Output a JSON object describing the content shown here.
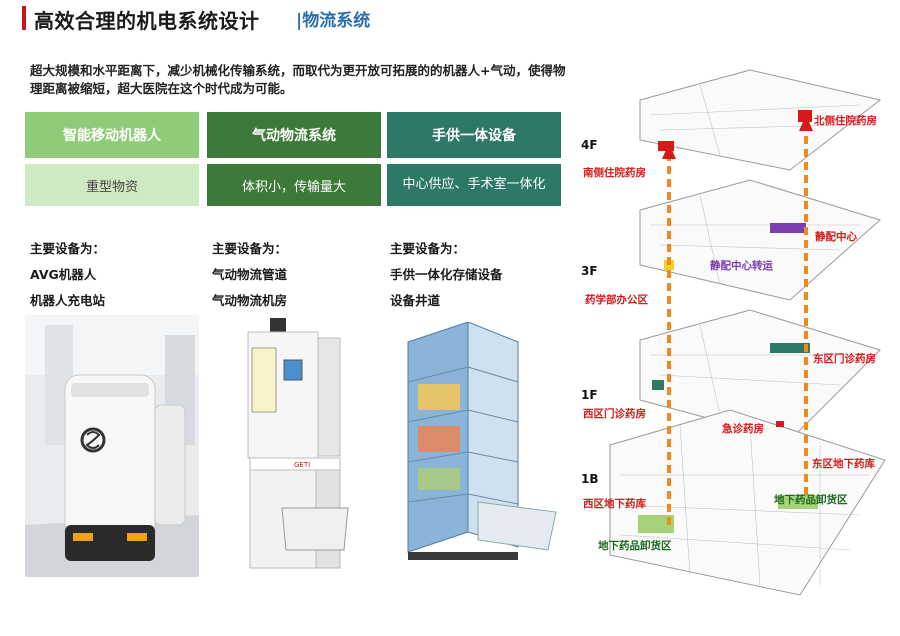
{
  "header": {
    "title": "高效合理的机电系统设计",
    "subtitle": "|物流系统"
  },
  "intro": "超大规模和水平距离下，减少机械化传输系统，而取代为更开放可拓展的的机器人+气动，使得物理距离被缩短，超大医院在这个时代成为可能。",
  "categories": [
    {
      "name": "智能移动机器人",
      "desc": "重型物资",
      "equip_title": "主要设备为：",
      "equip": [
        "AVG机器人",
        "机器人充电站"
      ]
    },
    {
      "name": "气动物流系统",
      "desc": "体积小，传输量大",
      "equip_title": "主要设备为：",
      "equip": [
        "气动物流管道",
        "气动物流机房"
      ]
    },
    {
      "name": "手供一体设备",
      "desc": "中心供应、手术室一体化",
      "equip_title": "主要设备为：",
      "equip": [
        "手供一体化存储设备",
        "设备井道"
      ]
    }
  ],
  "diagram": {
    "floors": [
      "4F",
      "3F",
      "1F",
      "1B"
    ],
    "zones": {
      "north_pharmacy": "北侧住院药房",
      "south_pharmacy": "南侧住院药房",
      "iv_center": "静配中心",
      "iv_transfer": "静配中心转运",
      "pharmacy_office": "药学部办公区",
      "east_outpatient": "东区门诊药房",
      "west_outpatient": "西区门诊药房",
      "emergency_pharmacy": "急诊药房",
      "east_basement": "东区地下药库",
      "west_basement": "西区地下药库",
      "unloading_1": "地下药品卸货区",
      "unloading_2": "地下药品卸货区"
    },
    "colors": {
      "red": "#d61a1a",
      "purple": "#7b3fb0",
      "green": "#1d6b1d",
      "arrow": "#f08a1c"
    }
  }
}
